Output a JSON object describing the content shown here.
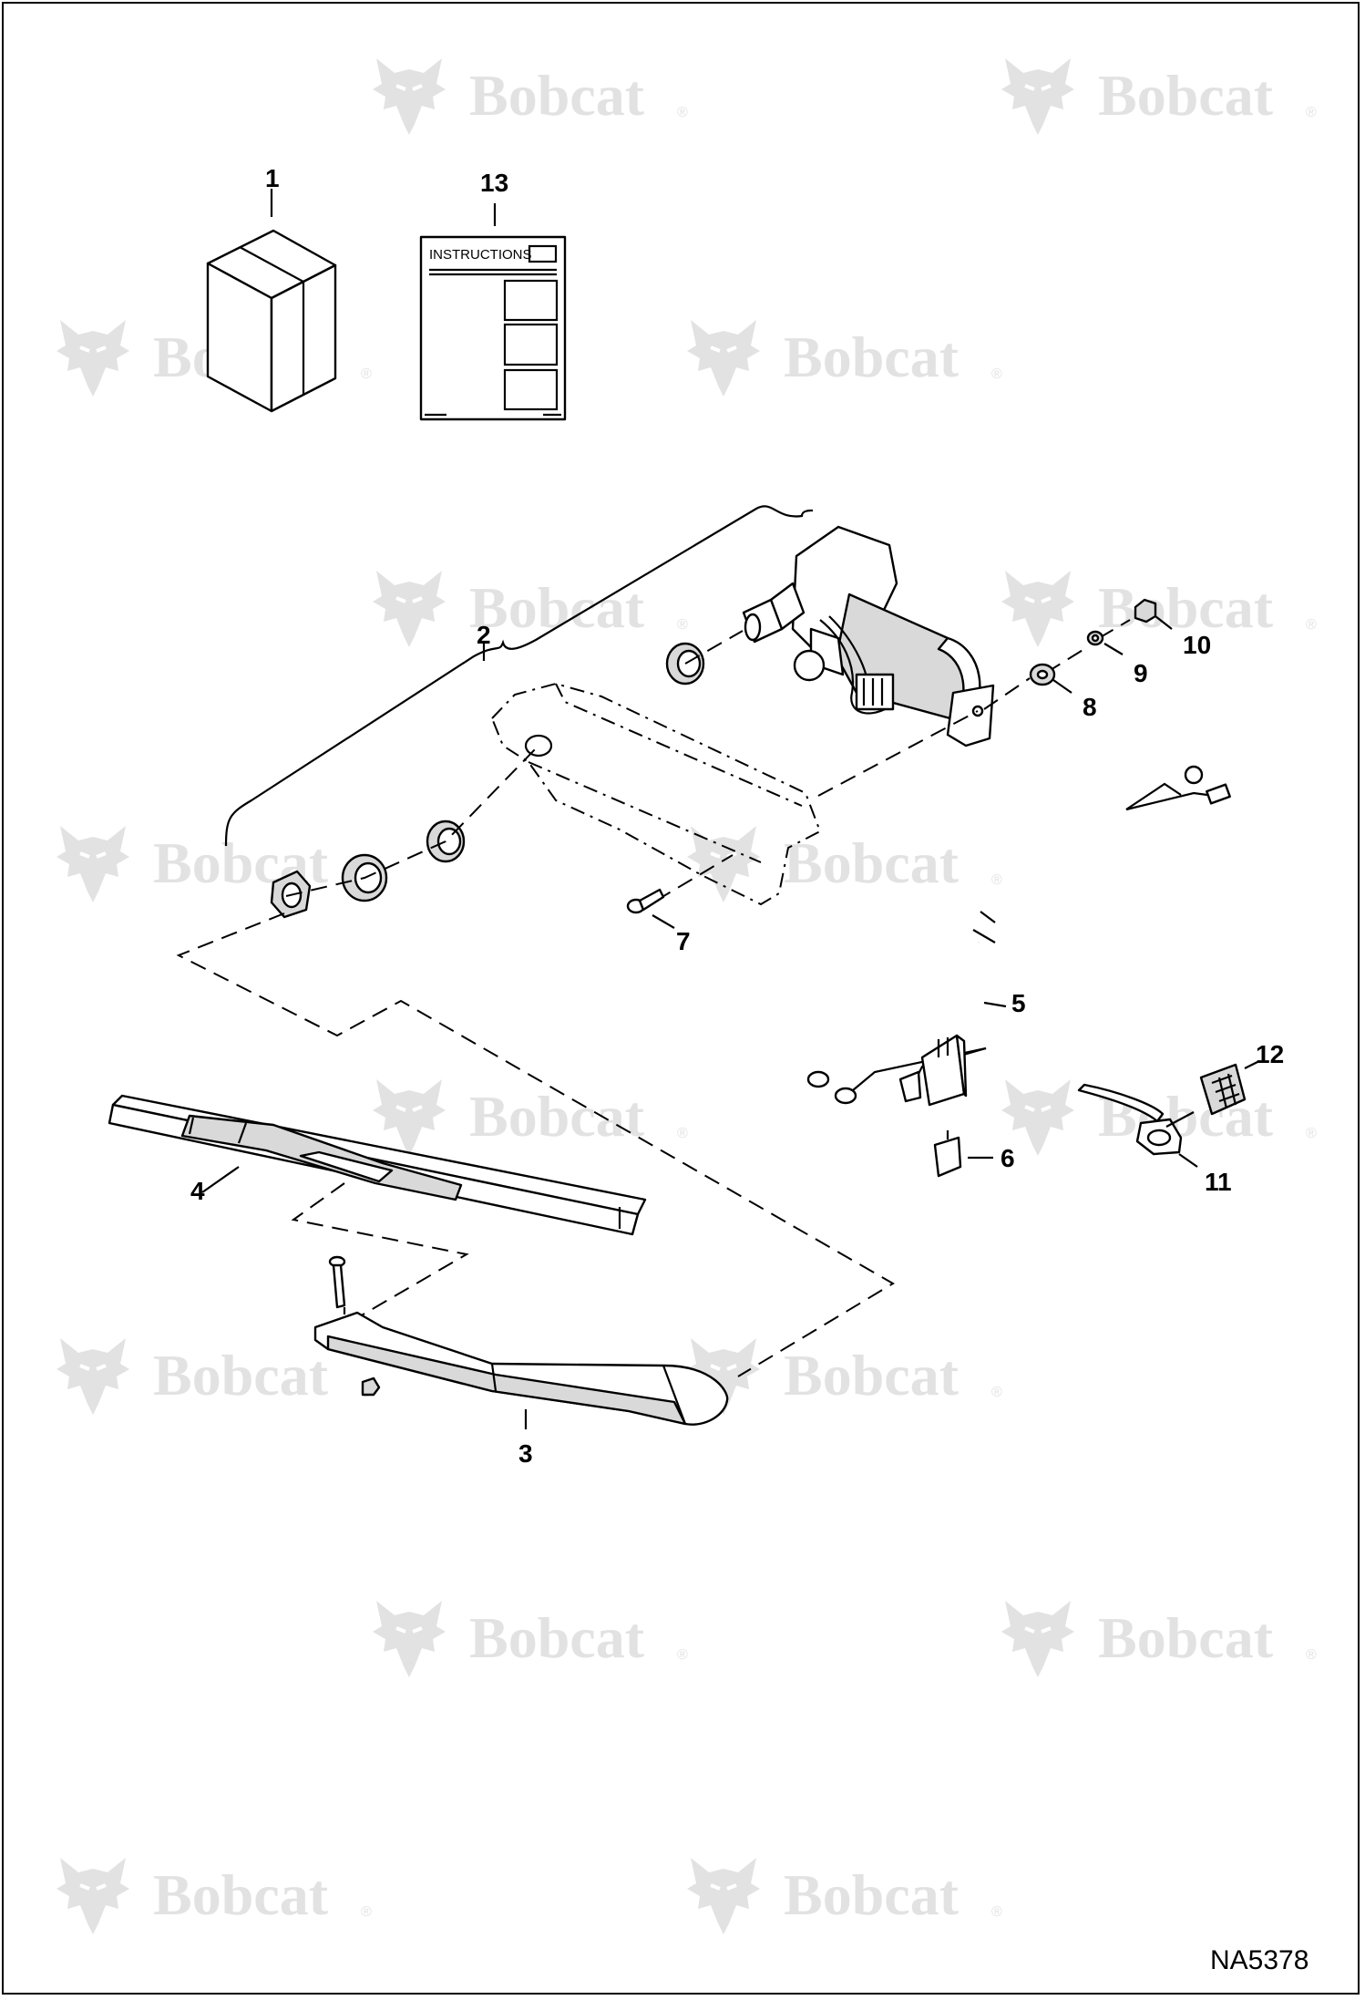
{
  "watermark": {
    "text": "Bobcat",
    "registered_mark": "®",
    "color": "#e2e2e2"
  },
  "instructions_sheet": {
    "heading": "INSTRUCTIONS"
  },
  "callouts": {
    "c1": "1",
    "c2": "2",
    "c3": "3",
    "c4": "4",
    "c5": "5",
    "c6": "6",
    "c7": "7",
    "c8": "8",
    "c9": "9",
    "c10": "10",
    "c11": "11",
    "c12": "12",
    "c13": "13"
  },
  "drawing_id": "NA5378"
}
